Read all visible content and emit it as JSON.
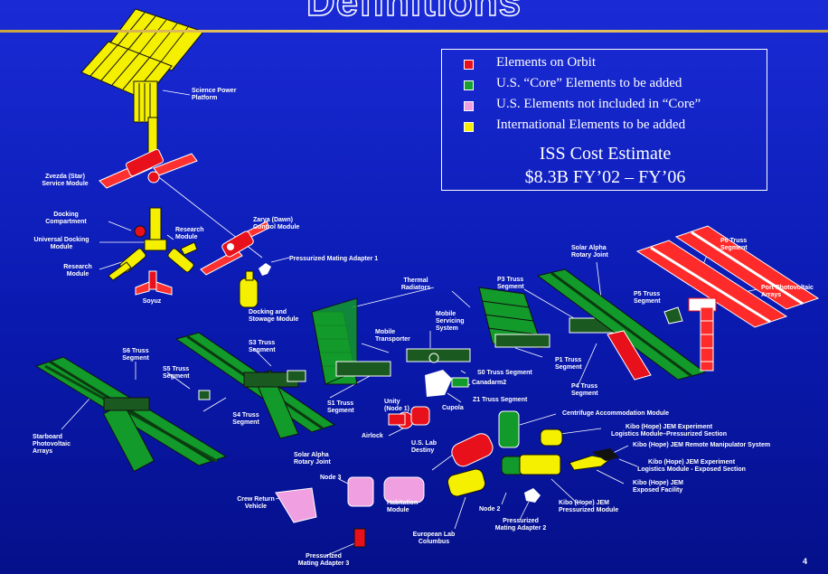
{
  "title": "Definitions",
  "legend": [
    {
      "label": "Elements on Orbit",
      "color": "#e8101a"
    },
    {
      "label": "U.S. “Core” Elements to be added",
      "color": "#18a030"
    },
    {
      "label": "U.S. Elements not included in “Core”",
      "color": "#f0a0e0"
    },
    {
      "label": "International Elements to be added",
      "color": "#f5f000"
    }
  ],
  "cost": {
    "title": "ISS Cost Estimate",
    "value": "$8.3B FY’02 – FY’06"
  },
  "page_number": "4",
  "labels": {
    "science_power_platform": [
      "Science Power",
      "Platform"
    ],
    "zvezda": [
      "Zvezda  (Star)",
      "Service Module"
    ],
    "docking_compartment": [
      "Docking",
      "Compartment"
    ],
    "universal_docking_module": [
      "Universal Docking",
      "Module"
    ],
    "research_module_left": [
      "Research",
      "Module"
    ],
    "research_module_right": [
      "Research",
      "Module"
    ],
    "soyuz": [
      "Soyuz"
    ],
    "zarya": [
      "Zarya  (Dawn)",
      "Control Module"
    ],
    "pma1": [
      "Pressurized Mating Adapter 1"
    ],
    "docking_stowage_module": [
      "Docking and",
      "Stowage Module"
    ],
    "thermal_radiators": [
      "Thermal",
      "Radiators"
    ],
    "mobile_servicing_system": [
      "Mobile",
      "Servicing",
      "System"
    ],
    "mobile_transporter": [
      "Mobile",
      "Transporter"
    ],
    "s6_truss": [
      "S6 Truss",
      "Segment"
    ],
    "s5_truss": [
      "S5 Truss",
      "Segment"
    ],
    "s3_truss": [
      "S3 Truss",
      "Segment"
    ],
    "s4_truss": [
      "S4 Truss",
      "Segment"
    ],
    "s1_truss": [
      "S1 Truss",
      "Segment"
    ],
    "s0_truss": [
      "S0 Truss Segment"
    ],
    "canadarm2": [
      "Canadarm2"
    ],
    "z1_truss": [
      "Z1 Truss Segment"
    ],
    "cupola": [
      "Cupola"
    ],
    "unity": [
      "Unity",
      "(Node 1)"
    ],
    "airlock": [
      "Airlock"
    ],
    "solar_alpha_right": [
      "Solar Alpha",
      "Rotary Joint"
    ],
    "solar_alpha_left": [
      "Solar Alpha",
      "Rotary Joint"
    ],
    "p3_truss": [
      "P3 Truss",
      "Segment"
    ],
    "p1_truss": [
      "P1 Truss",
      "Segment"
    ],
    "p4_truss": [
      "P4 Truss",
      "Segment"
    ],
    "p5_truss": [
      "P5 Truss",
      "Segment"
    ],
    "p6_truss": [
      "P6 Truss",
      "Segment"
    ],
    "port_pv_arrays": [
      "Port Photovoltaic",
      "Arrays"
    ],
    "starboard_pv_arrays": [
      "Starboard",
      "Photovoltaic",
      "Arrays"
    ],
    "centrifuge": [
      "Centrifuge Accommodation Module"
    ],
    "jem_elm_ps": [
      "Kibo  (Hope) JEM Experiment",
      "Logistics Module–Pressurized Section"
    ],
    "jem_rms": [
      "Kibo  (Hope) JEM Remote Manipulator System"
    ],
    "jem_elm_es": [
      "Kibo  (Hope) JEM Experiment",
      "Logistics Module - Exposed Section"
    ],
    "jem_ef": [
      "Kibo  (Hope) JEM",
      "Exposed Facility"
    ],
    "jem_pm": [
      "Kibo  (Hope) JEM",
      "Pressurized Module"
    ],
    "us_lab": [
      "U.S. Lab",
      "Destiny"
    ],
    "node3": [
      "Node 3"
    ],
    "habitation": [
      "Habitation",
      "Module"
    ],
    "crew_return": [
      "Crew Return",
      "Vehicle"
    ],
    "node2": [
      "Node 2"
    ],
    "pma2": [
      "Pressurized",
      "Mating Adapter 2"
    ],
    "european_lab": [
      "European Lab",
      "Columbus"
    ],
    "pma3": [
      "Pressurized",
      "Mating Adapter 3"
    ]
  }
}
